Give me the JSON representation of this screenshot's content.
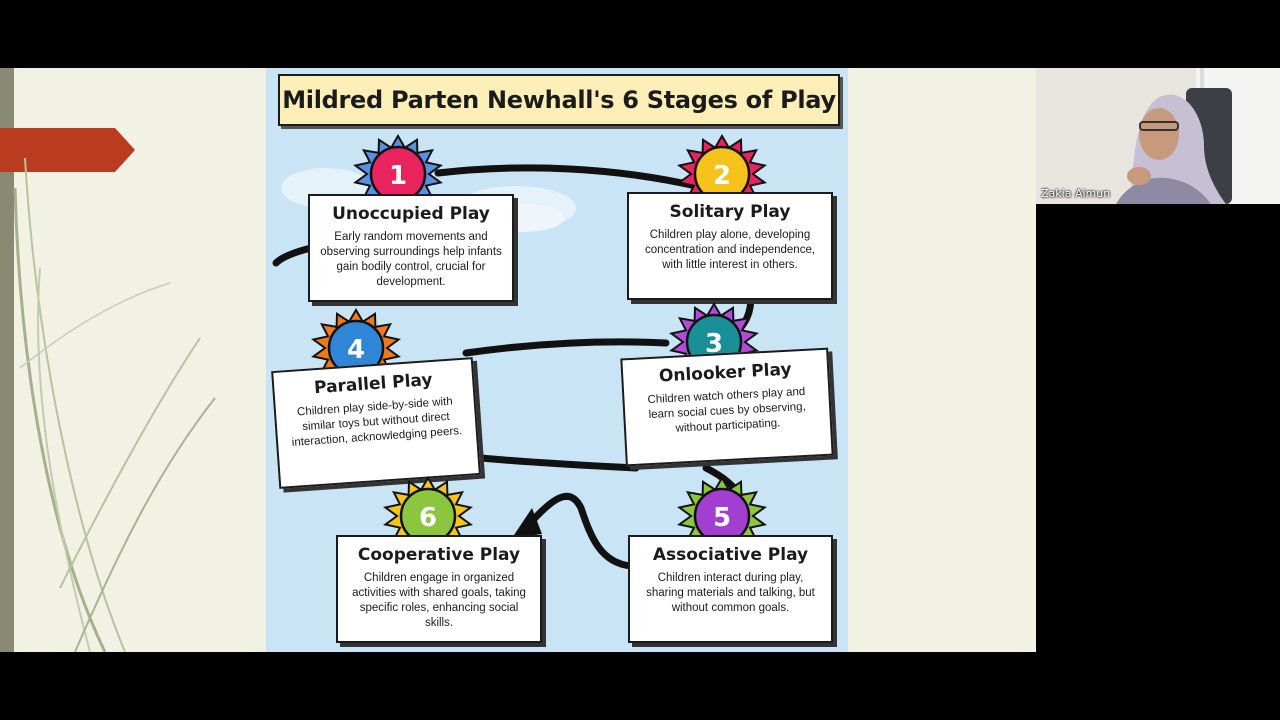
{
  "infographic": {
    "title": "Mildred Parten Newhall's 6 Stages of Play",
    "stages": [
      {
        "number": "1",
        "title": "Unoccupied Play",
        "description": "Early random movements and observing surroundings help infants gain bodily control, crucial for development.",
        "badge_color": "#e8235e",
        "burst_color": "#5b8fe0"
      },
      {
        "number": "2",
        "title": "Solitary Play",
        "description": "Children play alone, developing concentration and independence, with little interest in others.",
        "badge_color": "#f7c21b",
        "burst_color": "#e8235e"
      },
      {
        "number": "3",
        "title": "Onlooker Play",
        "description": "Children watch others play and learn social cues by observing, without participating.",
        "badge_color": "#1a8f98",
        "burst_color": "#b24bd8"
      },
      {
        "number": "4",
        "title": "Parallel Play",
        "description": "Children play side-by-side with similar toys but without direct interaction, acknowledging peers.",
        "badge_color": "#2f86d6",
        "burst_color": "#f07a1a"
      },
      {
        "number": "5",
        "title": "Associative Play",
        "description": "Children interact during play, sharing materials and talking, but without common goals.",
        "badge_color": "#a23fd0",
        "burst_color": "#8cc63f"
      },
      {
        "number": "6",
        "title": "Cooperative Play",
        "description": "Children engage in organized activities with shared goals, taking specific roles, enhancing social skills.",
        "badge_color": "#8cc63f",
        "burst_color": "#f5c51a"
      }
    ]
  },
  "webcam": {
    "participant_name": "Zakia Aimun"
  }
}
